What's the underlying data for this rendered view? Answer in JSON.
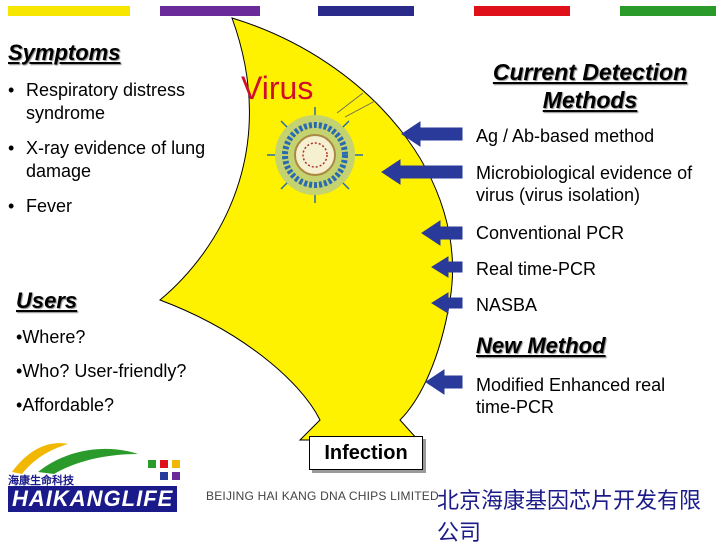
{
  "colors": {
    "bar_yellow": "#f7e600",
    "bar_purple": "#6a2a9a",
    "bar_navy": "#2a2a8a",
    "bar_red": "#e0101a",
    "bar_green": "#2a9a2a",
    "funnel": "#fff200",
    "arrow": "#2a3a9a",
    "virus_title": "#d0102a"
  },
  "symptoms": {
    "title": "Symptoms",
    "items": [
      "Respiratory distress syndrome",
      "X-ray evidence of lung damage",
      "Fever"
    ]
  },
  "users": {
    "title": "Users",
    "items": [
      "Where?",
      "Who? User-friendly?",
      "Affordable?"
    ]
  },
  "virus": {
    "title": "Virus",
    "icon": "virus-particle-icon"
  },
  "detection": {
    "title_line1": "Current Detection",
    "title_line2": "Methods",
    "methods": [
      "Ag / Ab-based method",
      "Microbiological evidence of virus (virus isolation)",
      "Conventional PCR",
      "Real time-PCR",
      "NASBA"
    ]
  },
  "new_method": {
    "title": "New Method",
    "item": "Modified Enhanced real time-PCR"
  },
  "infection": {
    "label": "Infection"
  },
  "footer": {
    "brand_cn": "海康生命科技",
    "brand": "HAIKANGLIFE",
    "company_en": "BEIJING HAI KANG DNA CHIPS LIMITED",
    "company_cn": "北京海康基因芯片开发有限公司"
  }
}
